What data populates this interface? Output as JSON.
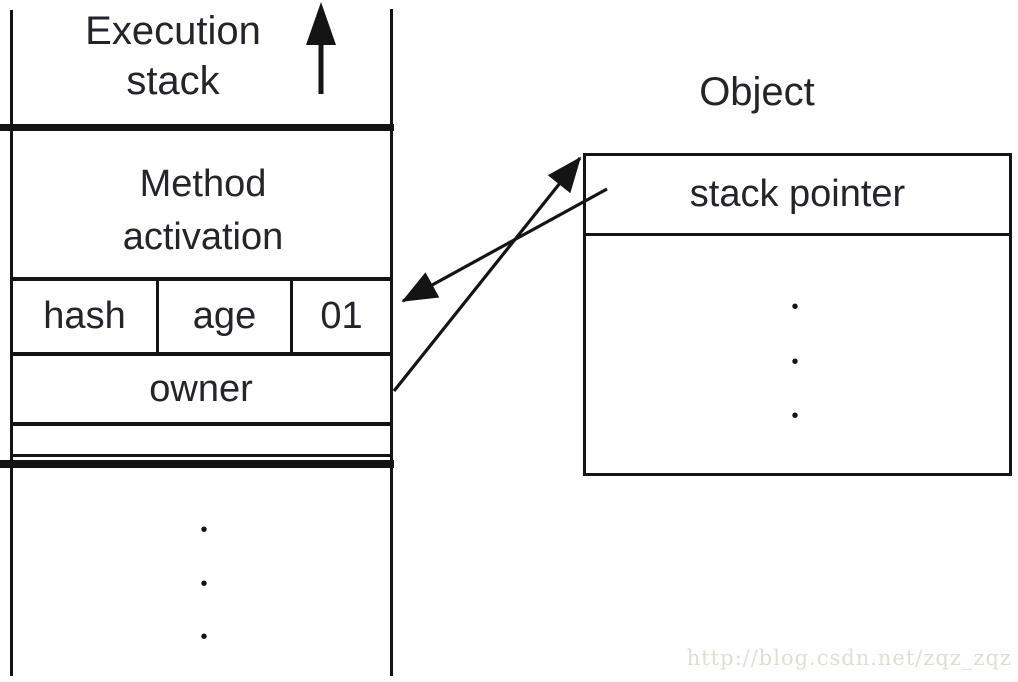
{
  "diagram": {
    "execution_stack": {
      "title": "Execution stack",
      "method_activation_label": "Method activation",
      "lock_record_cells": [
        {
          "label": "hash"
        },
        {
          "label": "age"
        },
        {
          "label": "01"
        }
      ],
      "owner_label": "owner",
      "ellipsis_dot": "•"
    },
    "object": {
      "title": "Object",
      "stack_pointer_label": "stack pointer",
      "ellipsis_dot": "•"
    }
  },
  "watermark": {
    "text": "http://blog.csdn.net/zqz_zqz"
  },
  "colors": {
    "line": "#141414",
    "text": "#24242a",
    "background": "#ffffff",
    "watermark": "#deddd6"
  }
}
